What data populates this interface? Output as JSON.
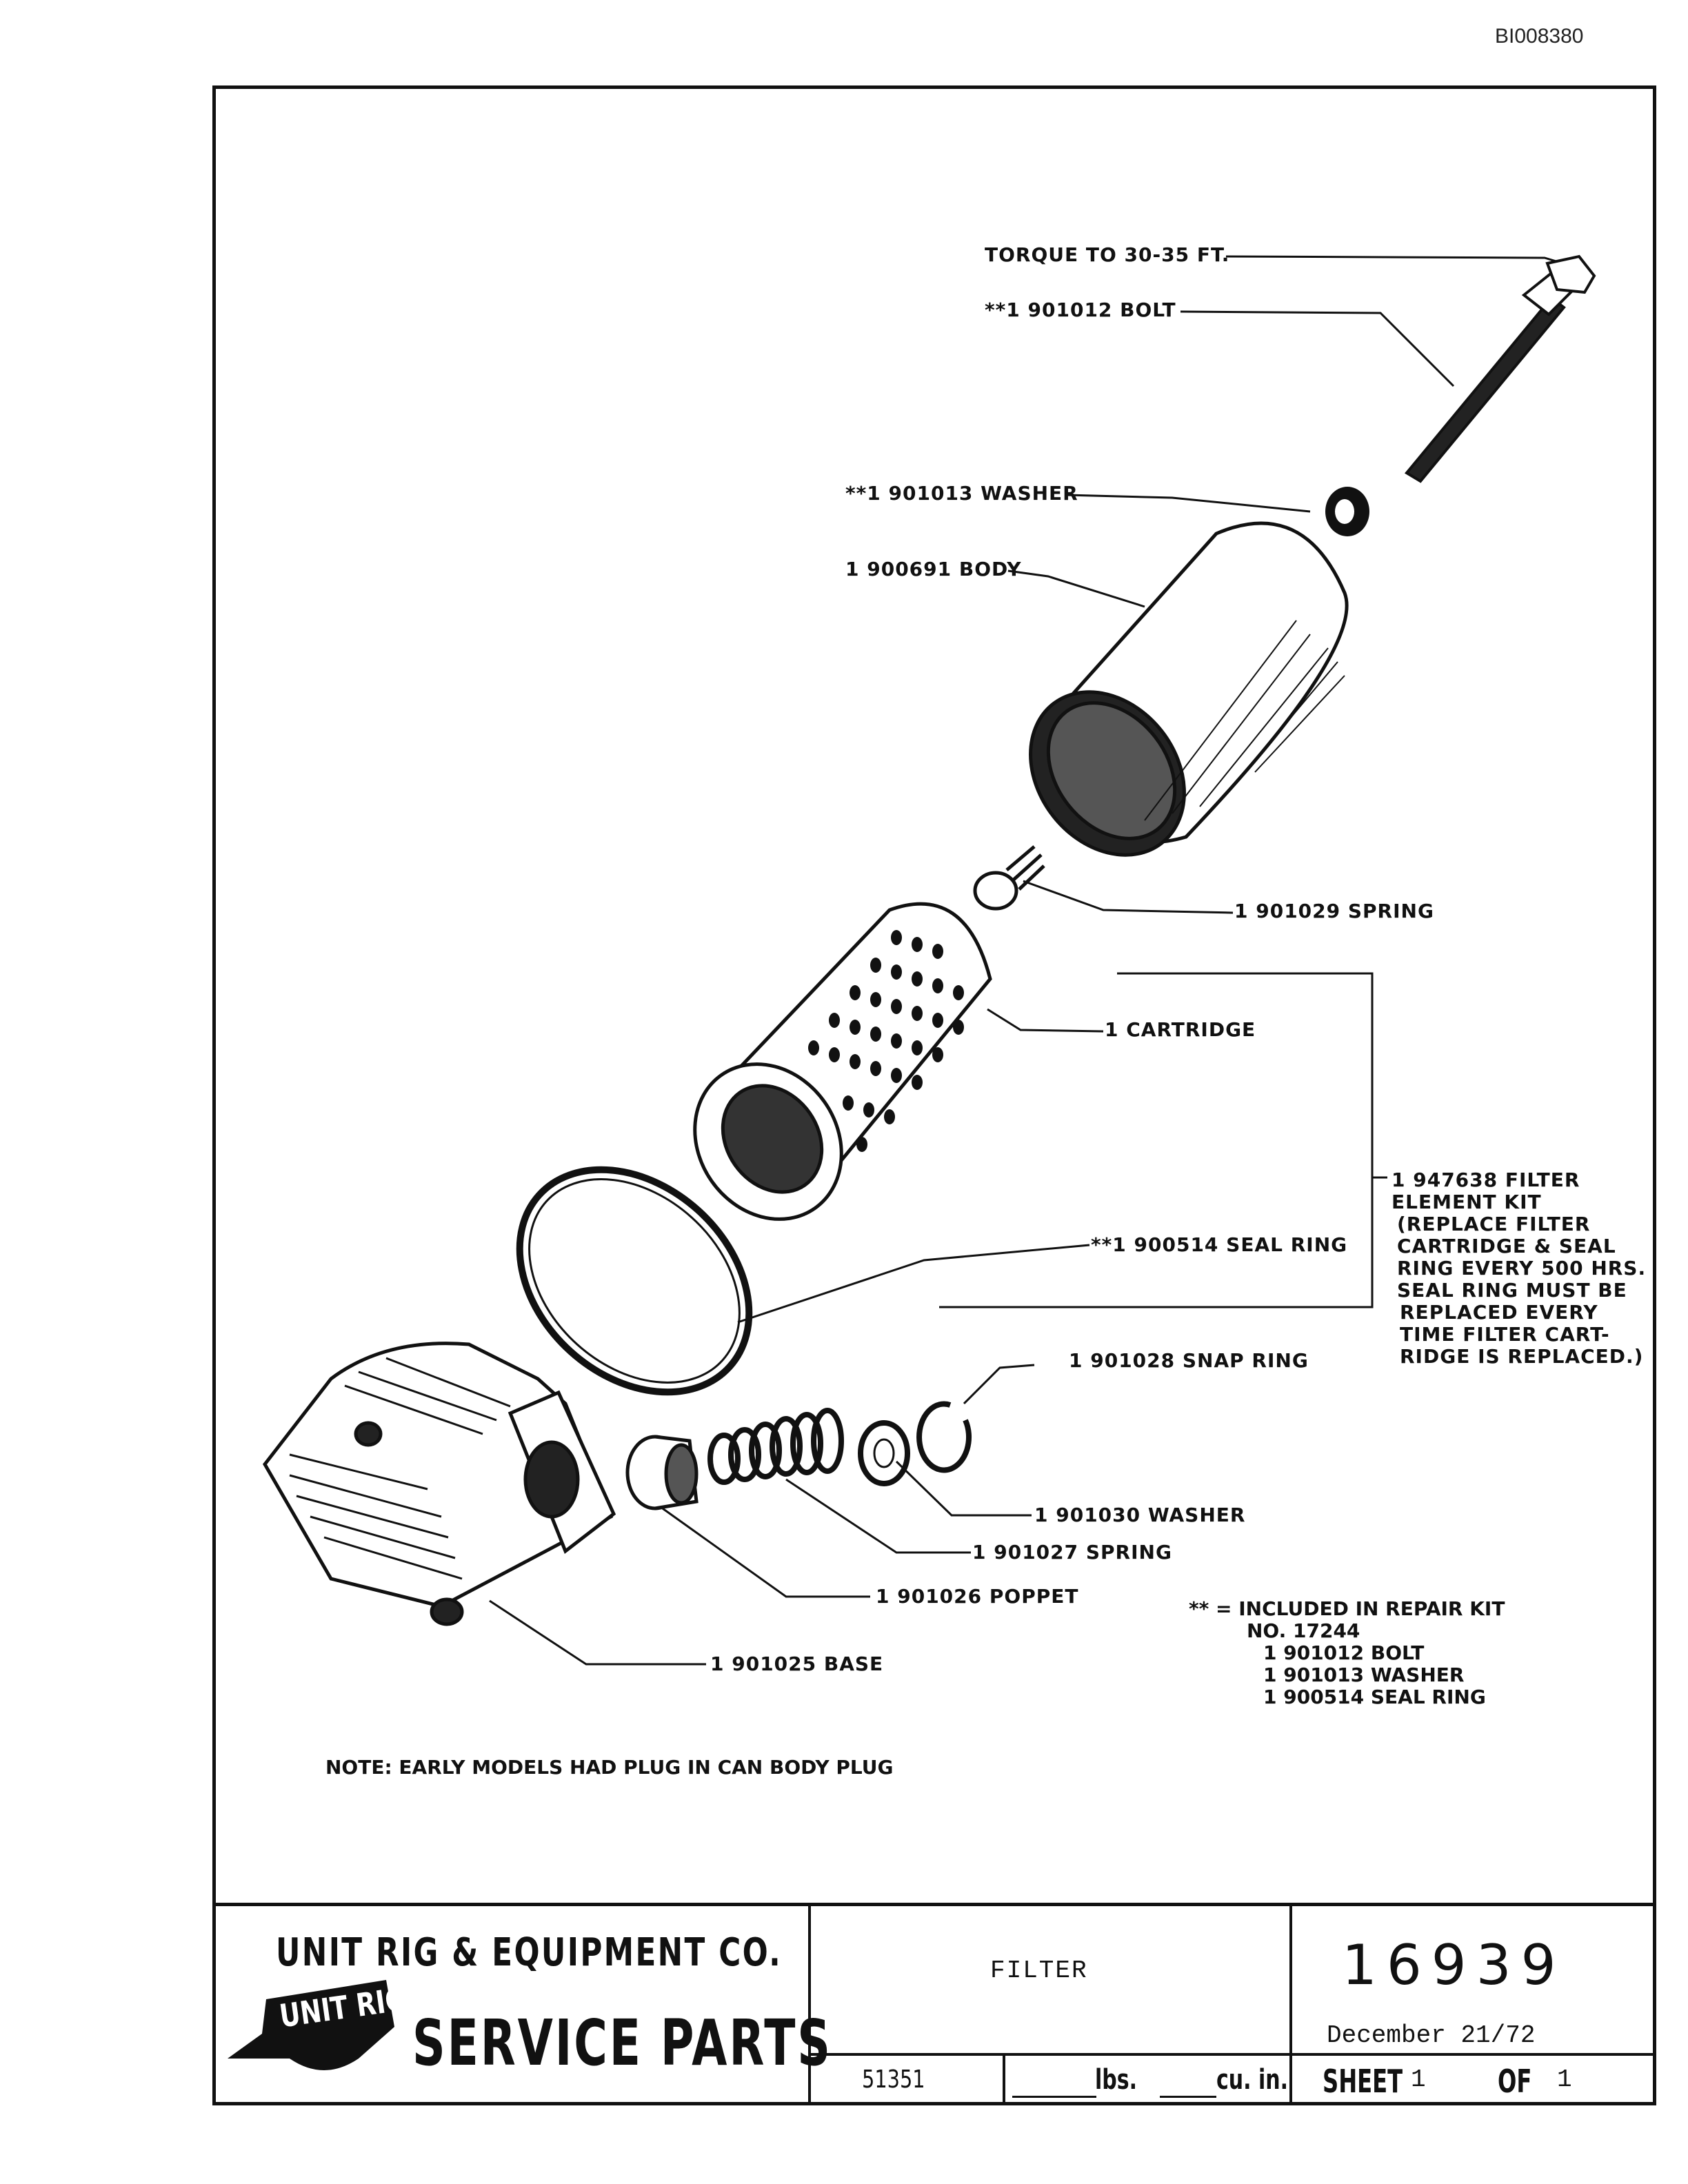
{
  "doc_id": "BI008380",
  "callouts": {
    "torque": "TORQUE TO 30-35 FT.",
    "bolt": "**1  901012 BOLT",
    "washer_top": "**1 901013 WASHER",
    "body": "1 900691 BODY",
    "spring_top": "1 901029 SPRING",
    "cartridge": "1 CARTRIDGE",
    "filter_kit": [
      "1 947638 FILTER",
      "ELEMENT KIT",
      "(REPLACE FILTER",
      "CARTRIDGE & SEAL",
      "RING EVERY 500 HRS.",
      "SEAL RING MUST BE",
      "REPLACED EVERY",
      "TIME FILTER CART-",
      "RIDGE IS REPLACED.)"
    ],
    "seal_ring": "**1 900514 SEAL RING",
    "snap_ring": "1 901028 SNAP RING",
    "washer_bottom": "1 901030 WASHER",
    "spring_bottom": "1 901027 SPRING",
    "poppet": "1 901026 POPPET",
    "base": "1 901025 BASE"
  },
  "repair_kit": [
    "** = INCLUDED IN REPAIR KIT",
    "NO. 17244",
    "1 901012 BOLT",
    "1 901013 WASHER",
    "1 900514 SEAL RING"
  ],
  "note": "NOTE: EARLY MODELS HAD PLUG IN CAN BODY PLUG",
  "title_block": {
    "company": "UNIT RIG & EQUIPMENT CO.",
    "logo": "UNIT RIG",
    "service": "SERVICE PARTS",
    "part_title": "FILTER",
    "part_number": "16939",
    "date": "December 21/72",
    "code": "51351",
    "lbs": "lbs.",
    "cuin": "cu. in.",
    "sheet_label": "SHEET",
    "sheet": "1",
    "of_label": "OF",
    "of": "1"
  }
}
